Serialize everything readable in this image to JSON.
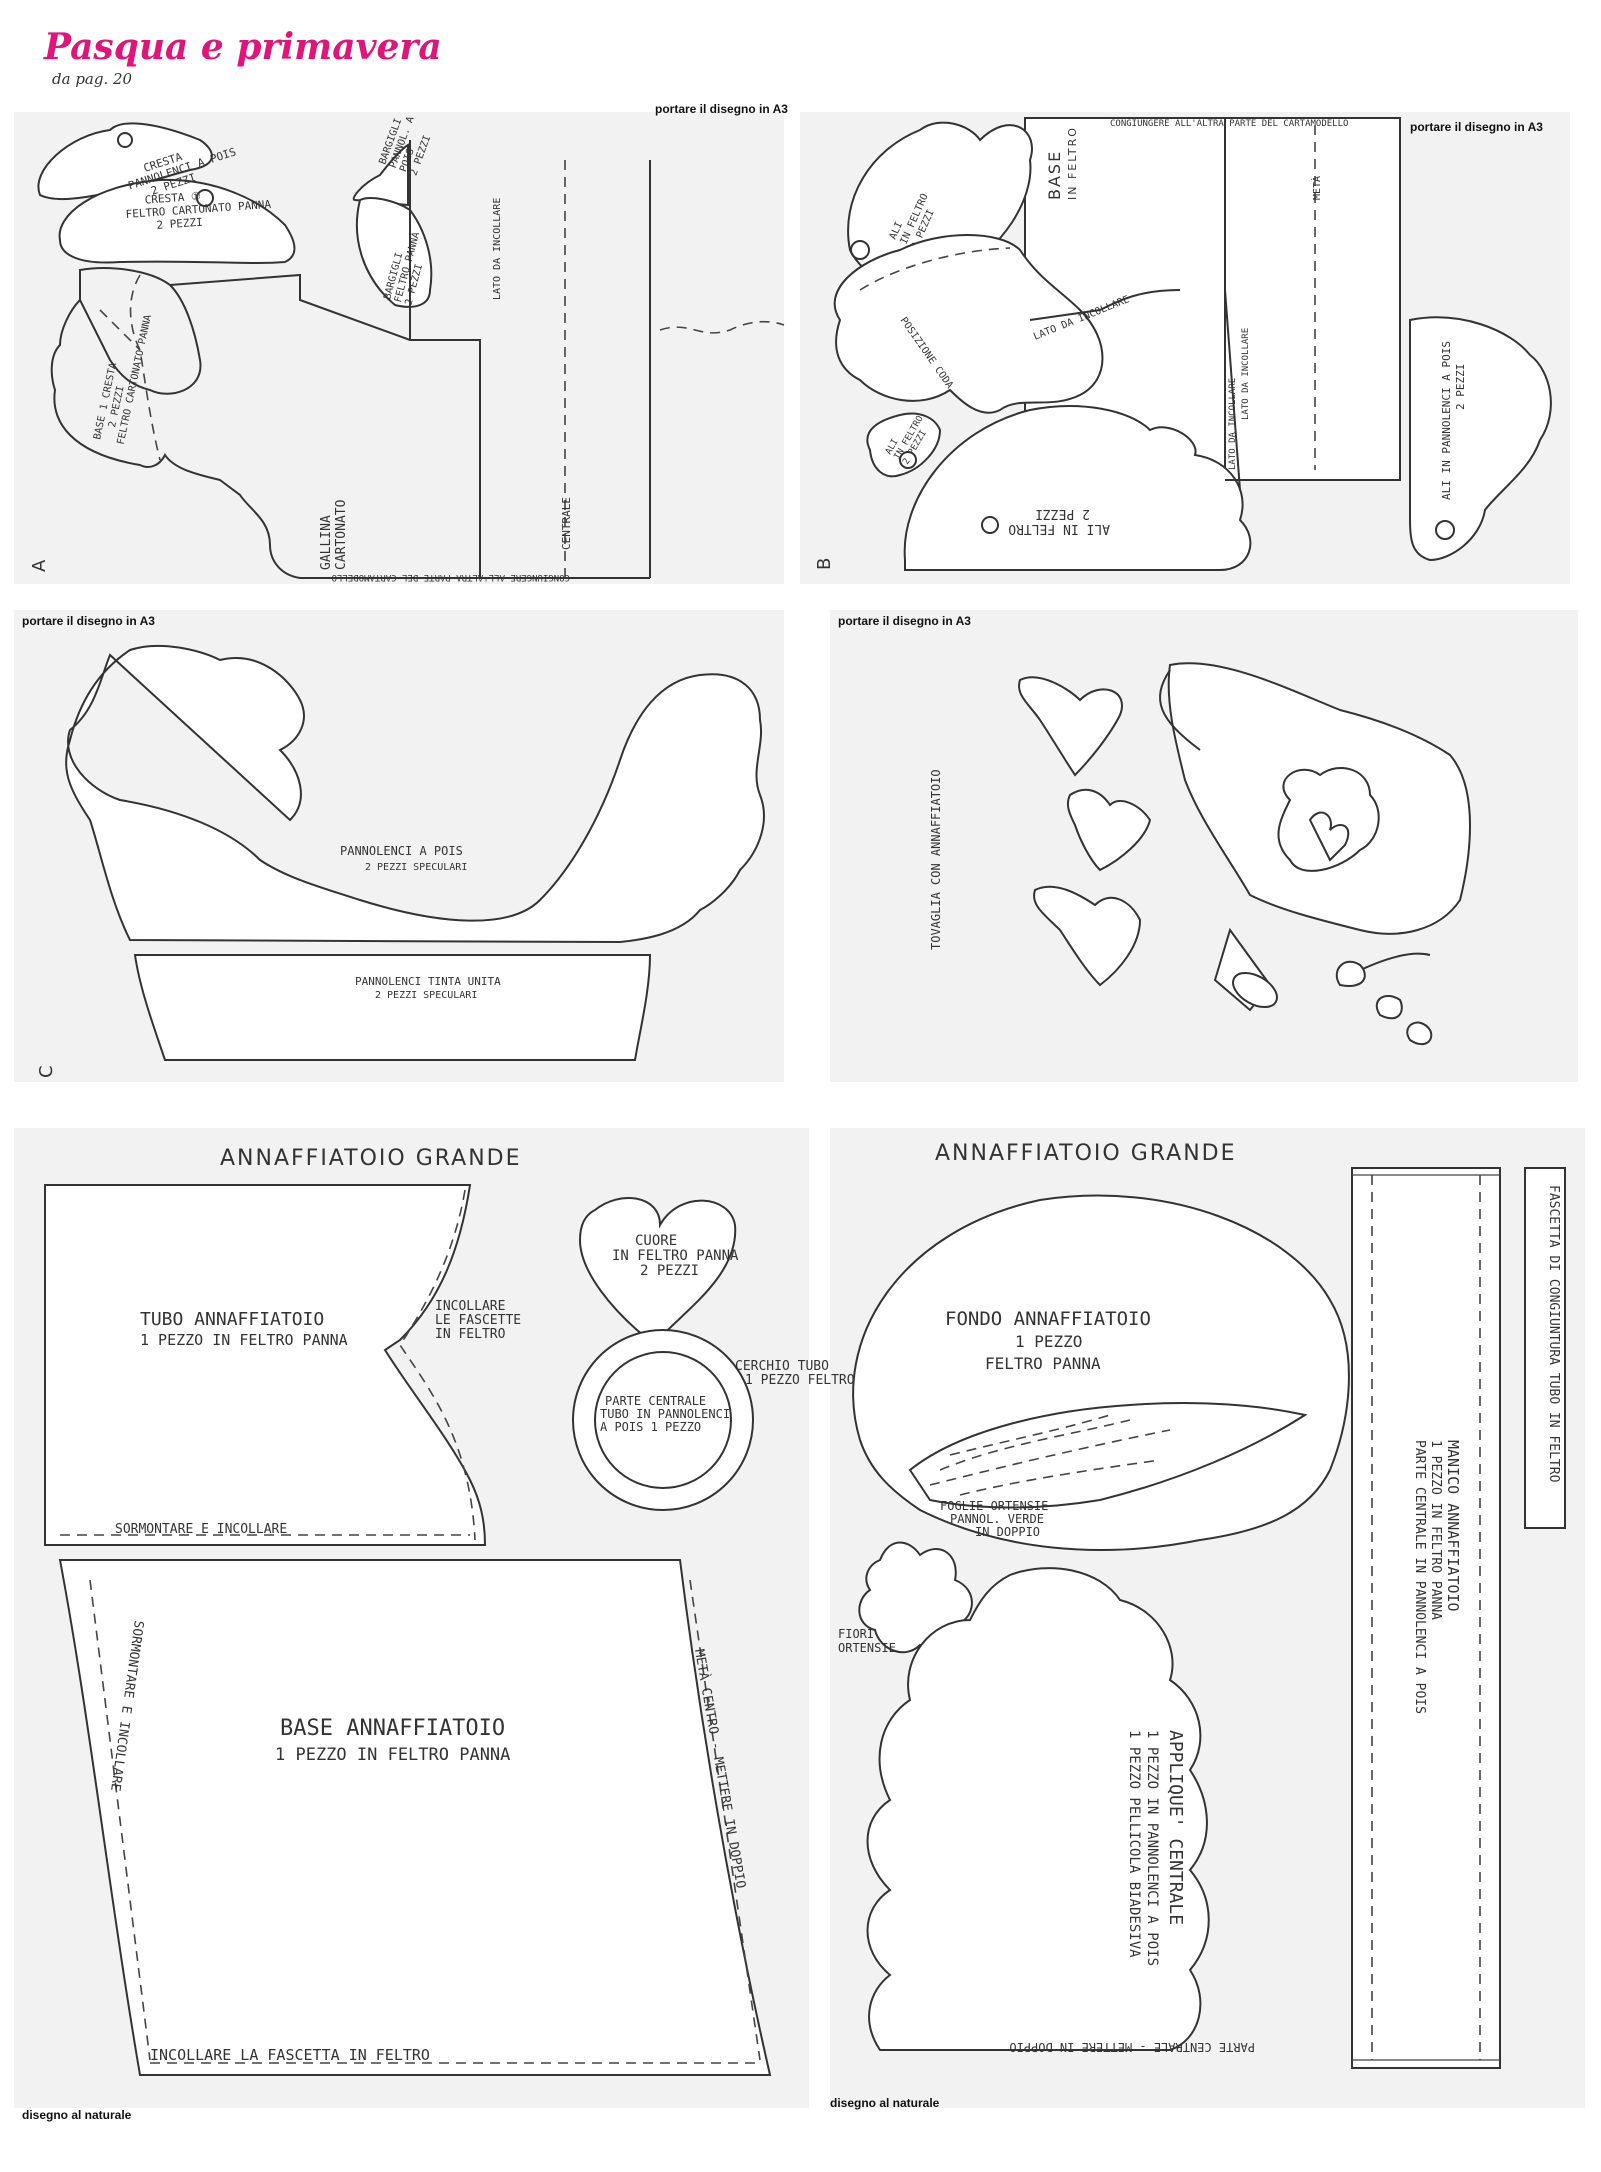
{
  "header": {
    "title": "Pasqua e primavera",
    "subtitle": "da pag. 20"
  },
  "notes": {
    "a3": "portare il disegno in A3",
    "natural": "disegno al naturale"
  },
  "panel_a": {
    "letter": "A",
    "cresta_pois": [
      "CRESTA",
      "PANNOLENCI A POIS",
      "2 PEZZI"
    ],
    "cresta_feltro": [
      "CRESTA ①",
      "FELTRO CARTONATO PANNA",
      "2 PEZZI"
    ],
    "bargigli_pois": [
      "BARGIGLI",
      "PANNOL. A",
      "POIS",
      "2 PEZZI"
    ],
    "bargigli_feltro": [
      "BARGIGLI",
      "FELTRO PANNA",
      "2 PEZZI"
    ],
    "base_cresta": [
      "BASE 1 CRESTA",
      "2 PEZZI",
      "FELTRO CARTONATO PANNA"
    ],
    "lato": "LATO DA INCOLLARE",
    "gallina": [
      "GALLINA",
      "CARTONATO"
    ],
    "centrale": "CENTRALE",
    "congiungere": "CONGIUNGERE ALL'ALTRA PARTE DEL CARTAMODELLO"
  },
  "panel_b": {
    "letter": "B",
    "congiungere": "CONGIUNGERE ALL'ALTRA PARTE DEL CARTAMODELLO",
    "base": [
      "BASE",
      "IN FELTRO"
    ],
    "meta": "METÀ",
    "ali_feltro_top": [
      "ALI",
      "IN FELTRO",
      "2 PEZZI"
    ],
    "coda": "POSIZIONE CODA",
    "lato1": "LATO DA INCOLLARE",
    "lato2": "LATO DA INCOLLARE",
    "lato3": "LATO DA INCOLLARE",
    "ali_feltro_small": [
      "ALI",
      "IN FELTRO",
      "2 PEZZI"
    ],
    "ali_feltro_big": [
      "ALI IN FELTRO",
      "2 PEZZI"
    ],
    "ali_pois": [
      "ALI IN PANNOLENCI A POIS",
      "2 PEZZI"
    ]
  },
  "panel_c": {
    "letter": "C",
    "hen": [
      "PANNOLENCI A POIS",
      "2 PEZZI SPECULARI"
    ],
    "band": [
      "PANNOLENCI TINTA UNITA",
      "2 PEZZI SPECULARI"
    ]
  },
  "panel_d": {
    "label": "TOVAGLIA CON ANNAFFIATOIO"
  },
  "section_left": {
    "heading": "ANNAFFIATOIO GRANDE",
    "tubo": [
      "TUBO ANNAFFIATOIO",
      "1 PEZZO IN FELTRO PANNA"
    ],
    "incollare_fascette": [
      "INCOLLARE",
      "LE FASCETTE",
      "IN FELTRO"
    ],
    "sormontare": "SORMONTARE E INCOLLARE",
    "cuore": [
      "CUORE",
      "IN FELTRO PANNA",
      "2 PEZZI"
    ],
    "cerchio": [
      "CERCHIO TUBO",
      "1 PEZZO FELTRO"
    ],
    "parte_centrale": [
      "PARTE CENTRALE",
      "TUBO IN PANNOLENCI",
      "A POIS   1 PEZZO"
    ],
    "base": [
      "BASE ANNAFFIATOIO",
      "1 PEZZO IN FELTRO PANNA"
    ],
    "sormontare_side": "SORMONTARE E INCOLLARE",
    "meta_centro": "METÀ CENTRO - METTERE IN DOPPIO",
    "incollare_fascetta": "INCOLLARE LA FASCETTA IN FELTRO"
  },
  "section_right": {
    "heading": "ANNAFFIATOIO GRANDE",
    "fondo": [
      "FONDO ANNAFFIATOIO",
      "1 PEZZO",
      "FELTRO PANNA"
    ],
    "foglie": [
      "FOGLIE ORTENSIE",
      "PANNOL. VERDE",
      "IN DOPPIO"
    ],
    "fiori": [
      "FIORI",
      "ORTENSIE"
    ],
    "applique": [
      "APPLIQUE' CENTRALE",
      "1 PEZZO IN PANNOLENCI A POIS",
      "1 PEZZO PELLICOLA BIADESIVA"
    ],
    "parte_centrale": "PARTE CENTRALE - METTERE IN DOPPIO",
    "manico": [
      "MANICO ANNAFFIATOIO",
      "1 PEZZO IN FELTRO PANNA",
      "PARTE CENTRALE IN PANNOLENCI A POIS"
    ],
    "fascetta": "FASCETTA DI CONGIUNTURA TUBO IN FELTRO"
  }
}
